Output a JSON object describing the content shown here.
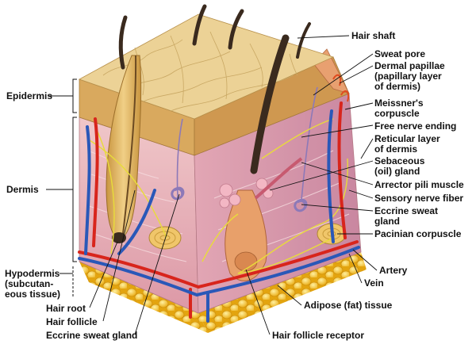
{
  "labels": {
    "hair_shaft": "Hair shaft",
    "sweat_pore": "Sweat pore",
    "dermal_papillae": [
      "Dermal papillae",
      "(papillary layer",
      "of dermis)"
    ],
    "meissners_corpuscle": [
      "Meissner's",
      "corpuscle"
    ],
    "free_nerve_ending": "Free nerve ending",
    "reticular_layer": [
      "Reticular layer",
      "of dermis"
    ],
    "sebaceous_gland": [
      "Sebaceous",
      "(oil) gland"
    ],
    "arrector_pili": "Arrector pili muscle",
    "sensory_nerve": "Sensory nerve fiber",
    "eccrine_sweat_gland_right": [
      "Eccrine sweat",
      "gland"
    ],
    "pacinian_corpuscle": "Pacinian corpuscle",
    "artery": "Artery",
    "vein": "Vein",
    "adipose_tissue": "Adipose (fat) tissue",
    "epidermis": "Epidermis",
    "dermis": "Dermis",
    "hypodermis": [
      "Hypodermis",
      "(subcutan-",
      "eous tissue)"
    ],
    "hair_root": "Hair root",
    "hair_follicle": "Hair follicle",
    "eccrine_sweat_gland_left": "Eccrine sweat gland",
    "hair_follicle_receptor": "Hair follicle receptor"
  },
  "colors": {
    "epidermis_top": "#e9c98a",
    "epidermis_side": "#d9a75c",
    "dermis": "#e9b4bc",
    "adipose": "#f2c21d",
    "artery": "#d8251c",
    "vein": "#2a58b8",
    "nerve": "#e8dc3a",
    "hair": "#3a2a1e",
    "follicle": "#e3b86a"
  }
}
